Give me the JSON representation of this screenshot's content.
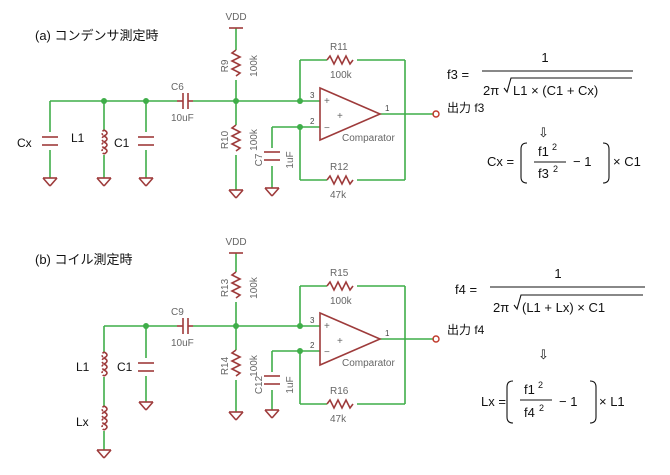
{
  "colors": {
    "wire": "#3fae49",
    "part": "#9e3b3b",
    "output_pin": "#c0392b"
  },
  "a": {
    "title": "(a) コンデンサ測定時",
    "vdd": "VDD",
    "r_top": {
      "name": "R9",
      "value": "100k"
    },
    "r_bot": {
      "name": "R10",
      "value": "100k"
    },
    "c_couple": {
      "name": "C6",
      "value": "10uF"
    },
    "c_in": {
      "name": "C7",
      "value": "1uF"
    },
    "r_fb": {
      "name": "R11",
      "value": "100k"
    },
    "r_low": {
      "name": "R12",
      "value": "47k"
    },
    "cx": "Cx",
    "l1": "L1",
    "c1": "C1",
    "opamp": "Comparator",
    "pin3": "3",
    "pin2": "2",
    "pin1": "1",
    "output": "出力 f3",
    "formula": {
      "lhs": "f3 =",
      "numerator": "1",
      "den_pre": "2π",
      "den_rad": "L1 × (C1 + Cx)",
      "arrow": "⇩",
      "res_lhs": "Cx =",
      "frac_num": "f1",
      "frac_den": "f3",
      "exp": "2",
      "minus": "− 1",
      "tail": "× C1"
    }
  },
  "b": {
    "title": "(b) コイル測定時",
    "vdd": "VDD",
    "r_top": {
      "name": "R13",
      "value": "100k"
    },
    "r_bot": {
      "name": "R14",
      "value": "100k"
    },
    "c_couple": {
      "name": "C9",
      "value": "10uF"
    },
    "c_in": {
      "name": "C12",
      "value": "1uF"
    },
    "r_fb": {
      "name": "R15",
      "value": "100k"
    },
    "r_low": {
      "name": "R16",
      "value": "47k"
    },
    "l1": "L1",
    "c1": "C1",
    "lx": "Lx",
    "opamp": "Comparator",
    "pin3": "3",
    "pin2": "2",
    "pin1": "1",
    "output": "出力 f4",
    "formula": {
      "lhs": "f4 =",
      "numerator": "1",
      "den_pre": "2π",
      "den_rad": "(L1 + Lx) × C1",
      "arrow": "⇩",
      "res_lhs": "Lx =",
      "frac_num": "f1",
      "frac_den": "f4",
      "exp": "2",
      "minus": "− 1",
      "tail": "× L1"
    }
  }
}
